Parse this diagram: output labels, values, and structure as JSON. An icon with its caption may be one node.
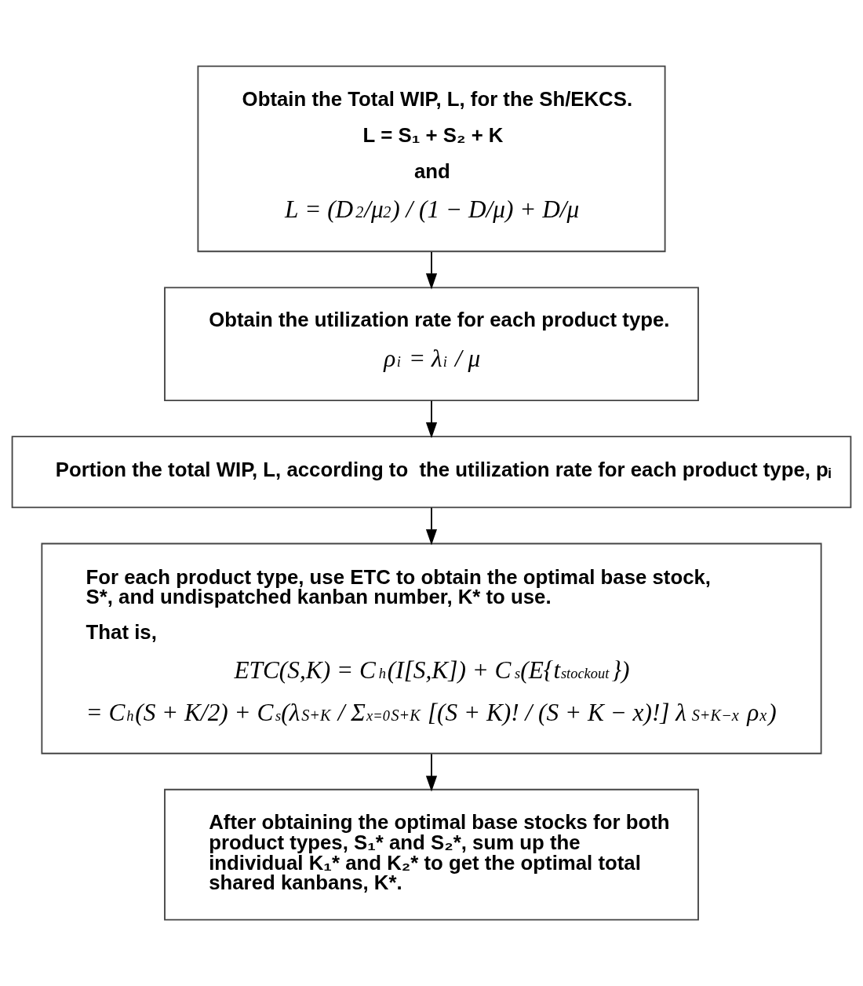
{
  "diagram": {
    "nodes": [
      {
        "text": [
          "Obtain the Total WIP, L, for the Sh/EKCS.",
          "L = S₁ + S₂ + K",
          "and",
          "L = (D$^{2}$/μ$^{2}$) / (1 − D/μ) + D/μ"
        ]
      },
      {
        "text": [
          "Obtain the utilization rate for each product type.",
          "ρ$_{i}$ = λ$_{i}$ / μ"
        ]
      },
      {
        "text": [
          "Portion the total WIP, L, according to  the utilization rate for each product type, pᵢ"
        ]
      },
      {
        "text": [
          "For each product type, use ETC to obtain the optimal base stock, S*, and undispatched kanban number, K* to use.",
          "That is,",
          "ETC(S,K) = C$_{h}$(I[S,K]) + C$_{s}$(E{t$_{stockout}$})",
          "= C$_{h}$(S + K/2) + C$_{s}$(λ$^{S+K}$ / Σ$_{x=0}$$^{S+K}$ [(S + K)! / (S + K − x)!] λ$^{S+K−x}$ ρ$^{x}$)"
        ]
      },
      {
        "text": [
          "After obtaining the optimal base stocks for both product types, S₁* and S₂*, sum up the individual K₁* and K₂* to get the optimal total shared kanbans, K*."
        ]
      }
    ],
    "edges": [
      {
        "from": 0,
        "to": 1,
        "arrow": "to"
      },
      {
        "from": 1,
        "to": 2,
        "arrow": "to"
      },
      {
        "from": 2,
        "to": 3,
        "arrow": "to"
      },
      {
        "from": 3,
        "to": 4,
        "arrow": "to"
      }
    ]
  }
}
